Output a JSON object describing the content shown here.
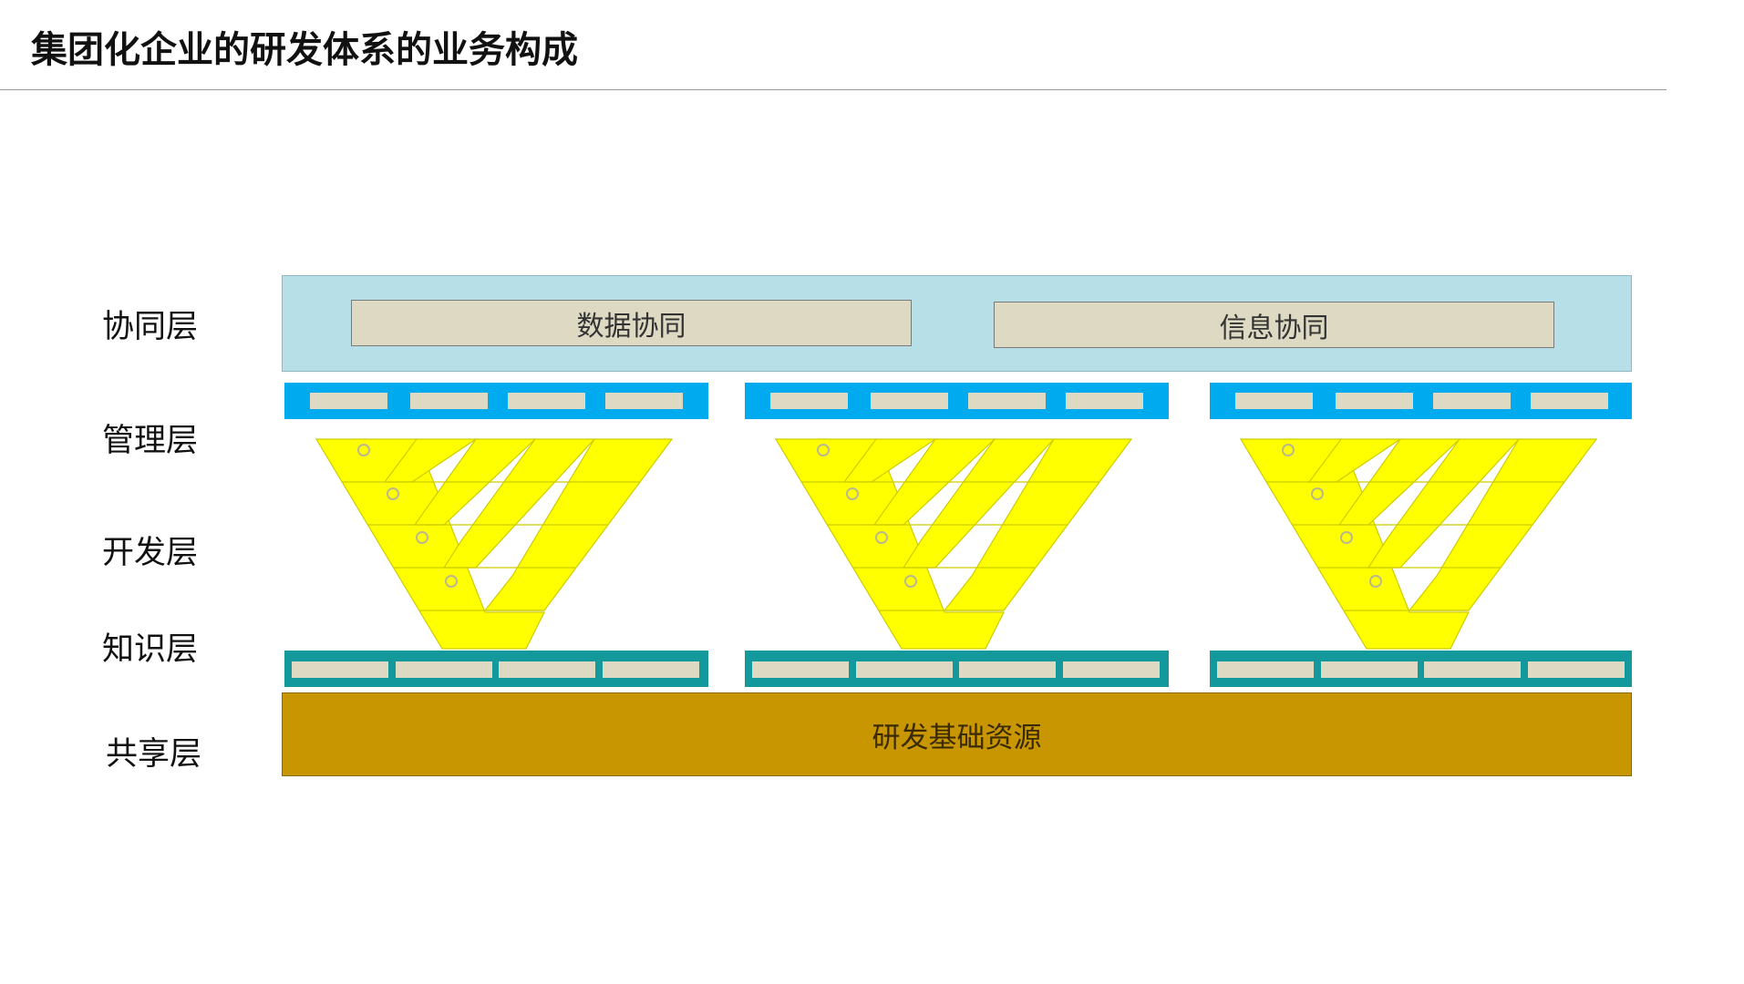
{
  "title": "集团化企业的研发体系的业务构成",
  "layers": {
    "collaboration": "协同层",
    "management": "管理层",
    "development": "开发层",
    "knowledge": "知识层",
    "shared": "共享层"
  },
  "collaboration_boxes": {
    "data": "数据协同",
    "info": "信息协同"
  },
  "shared_resource": "研发基础资源",
  "colors": {
    "collaboration_band": "#b7dfe8",
    "box_fill": "#ddd9c3",
    "management_bar": "#00aaee",
    "knowledge_bar": "#13999b",
    "funnel_fill": "#ffff00",
    "funnel_stroke": "#cccc00",
    "shared_band": "#c89600"
  }
}
